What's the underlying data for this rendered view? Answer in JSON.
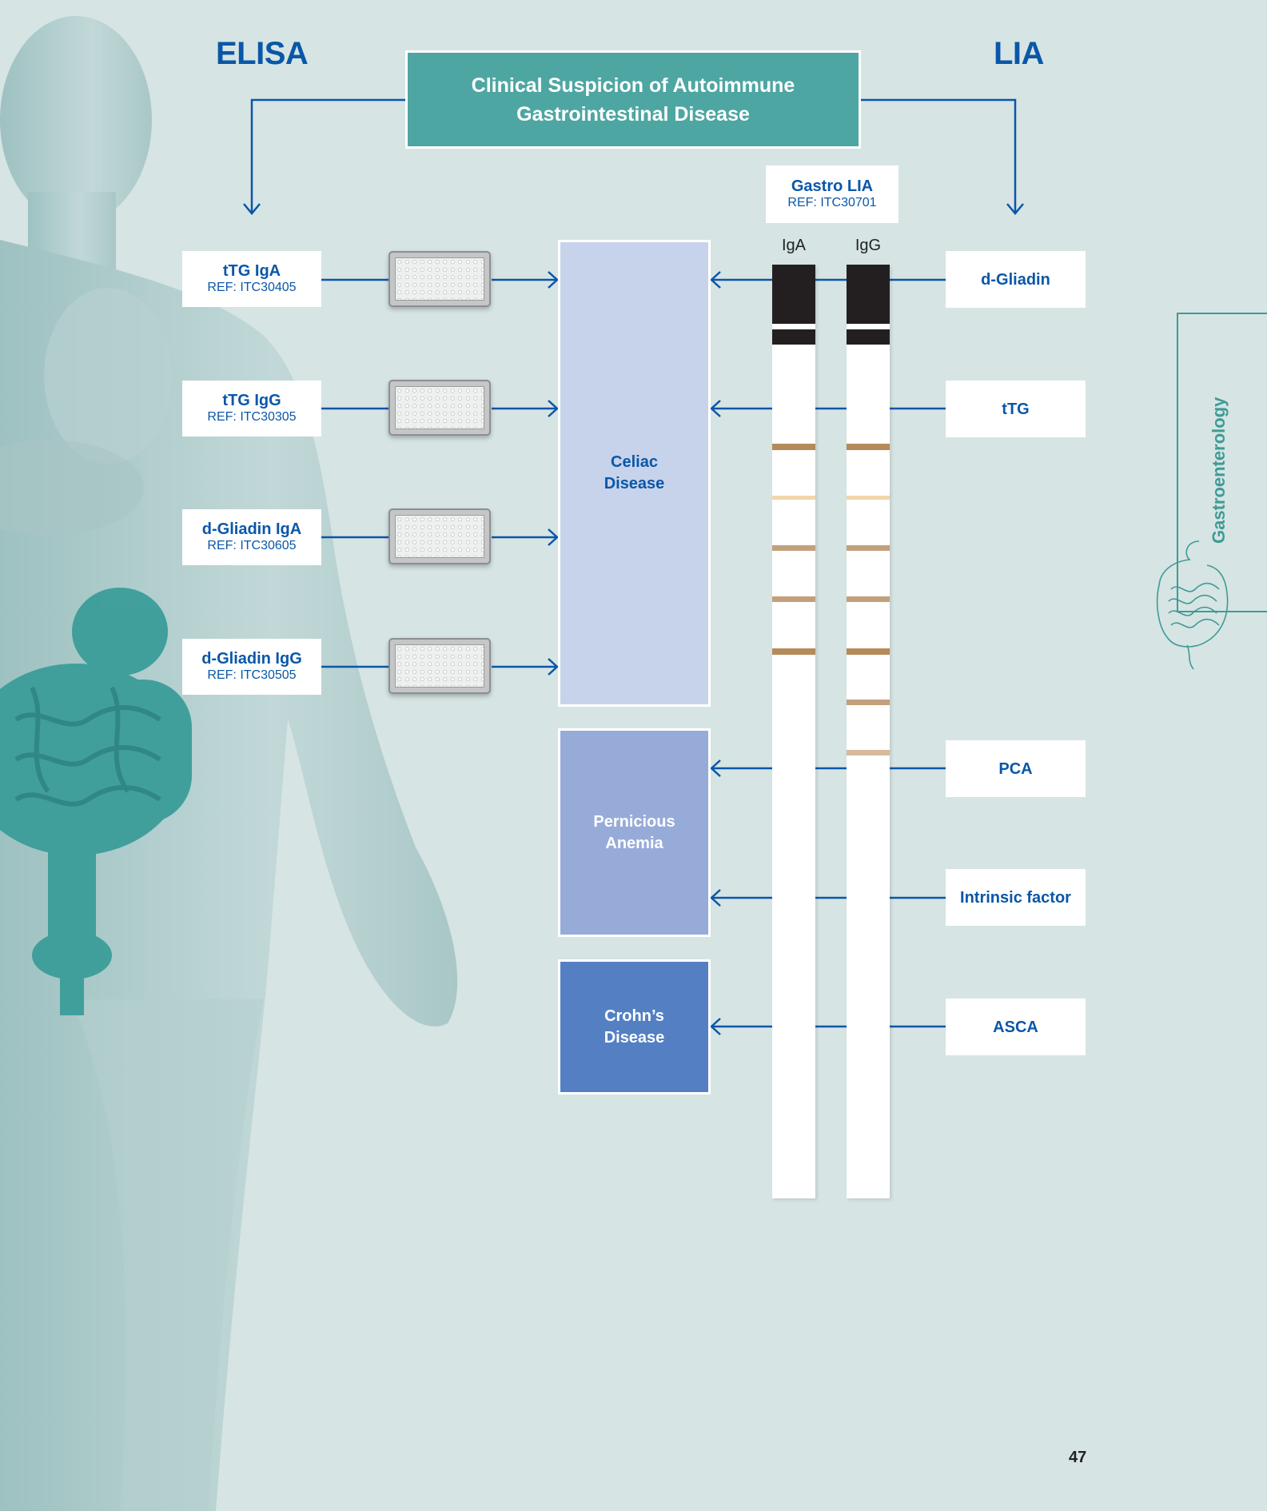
{
  "headings": {
    "left": "ELISA",
    "right": "LIA"
  },
  "title": {
    "line1": "Clinical Suspicion of Autoimmune",
    "line2": "Gastrointestinal Disease"
  },
  "gastro_lia": {
    "name": "Gastro LIA",
    "ref": "REF: ITC30701"
  },
  "strip_labels": {
    "iga": "IgA",
    "igg": "IgG"
  },
  "elisa_tests": [
    {
      "name": "tTG IgA",
      "ref": "REF: ITC30405"
    },
    {
      "name": "tTG IgG",
      "ref": "REF: ITC30305"
    },
    {
      "name": "d-Gliadin IgA",
      "ref": "REF: ITC30605"
    },
    {
      "name": "d-Gliadin IgG",
      "ref": "REF: ITC30505"
    }
  ],
  "lia_antigens": [
    "d-Gliadin",
    "tTG",
    "PCA",
    "Intrinsic factor",
    "ASCA"
  ],
  "diseases": [
    {
      "line1": "Celiac",
      "line2": "Disease"
    },
    {
      "line1": "Pernicious",
      "line2": "Anemia"
    },
    {
      "line1": "Crohn’s",
      "line2": "Disease"
    }
  ],
  "side_tab": "Gastroenterology",
  "page_number": "47",
  "colors": {
    "accent_blue": "#0a57a8",
    "teal": "#4ea6a2",
    "celiac": "#c7d3ea",
    "pernicious": "#97abd9",
    "crohns": "#5480c3",
    "band": "#b58a5a",
    "band_light": "#f1d6a9"
  }
}
